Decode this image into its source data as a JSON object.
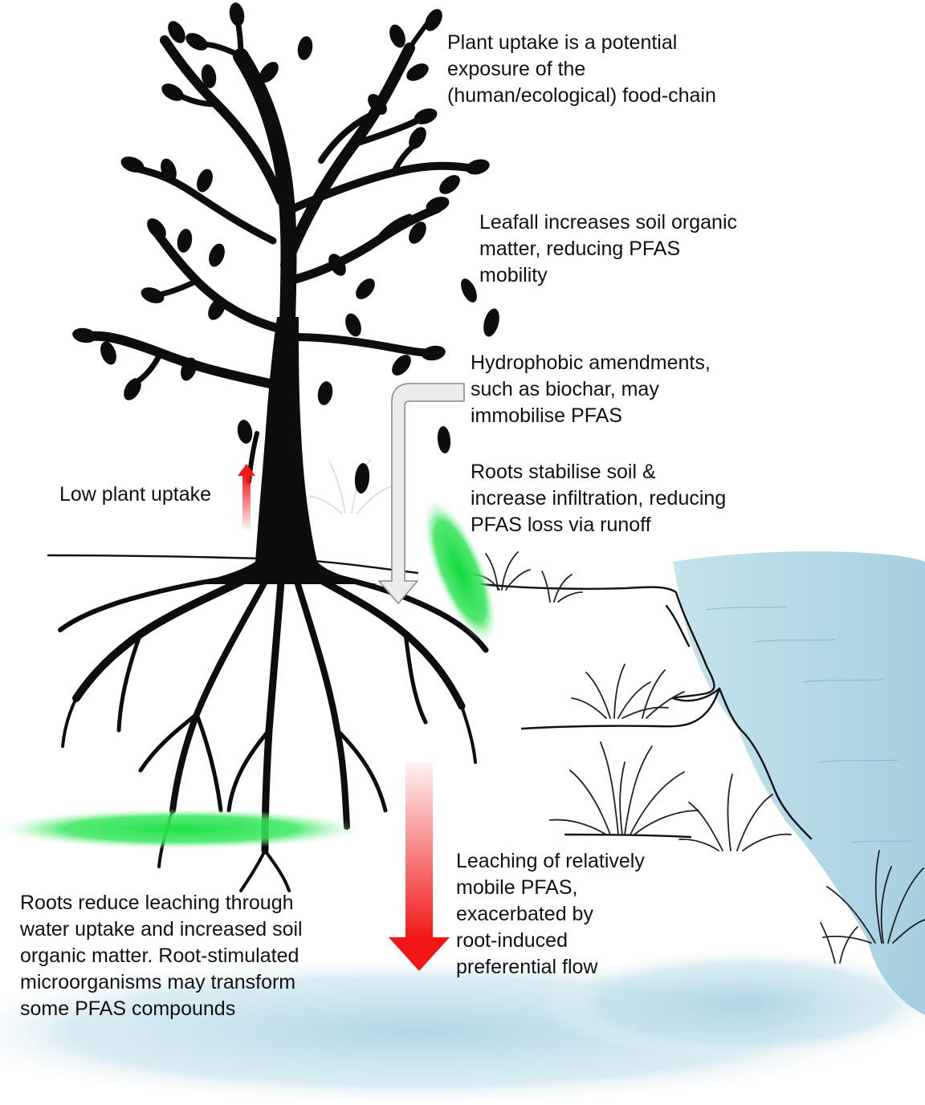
{
  "colors": {
    "water": "#a9d3e2",
    "water_light": "#cde6ef",
    "tree": "#0d0d0d",
    "green_zone": "#21e04a",
    "red_arrow": "#f21616",
    "grey_arrow": "#ececec",
    "grey_arrow_stroke": "#8a8a8a",
    "text": "#111111"
  },
  "labels": {
    "plant_uptake": "Plant uptake is a potential\nexposure of the\n(human/ecological) food-chain",
    "leafall": "Leafall increases soil organic\nmatter, reducing PFAS\nmobility",
    "hydrophobic": "Hydrophobic amendments,\nsuch as biochar, may\nimmobilise PFAS",
    "roots_stabilise": "Roots stabilise soil &\nincrease infiltration, reducing\nPFAS loss via runoff",
    "low_uptake": "Low plant uptake",
    "leaching": "Leaching of relatively\nmobile PFAS,\nexacerbated by\nroot-induced\npreferential flow",
    "roots_reduce": "Roots reduce leaching through\nwater uptake and increased soil\norganic matter. Root-stimulated\nmicroorganisms may transform\nsome PFAS compounds"
  },
  "icons": {
    "tree": "tree-icon",
    "falling_leaves": "falling-leaf-icon",
    "grass_tufts": "grass-tuft-icon",
    "uptake_arrow": "up-arrow-icon",
    "leaching_arrow": "down-arrow-icon",
    "amendment_arrow": "bent-down-arrow-icon"
  }
}
